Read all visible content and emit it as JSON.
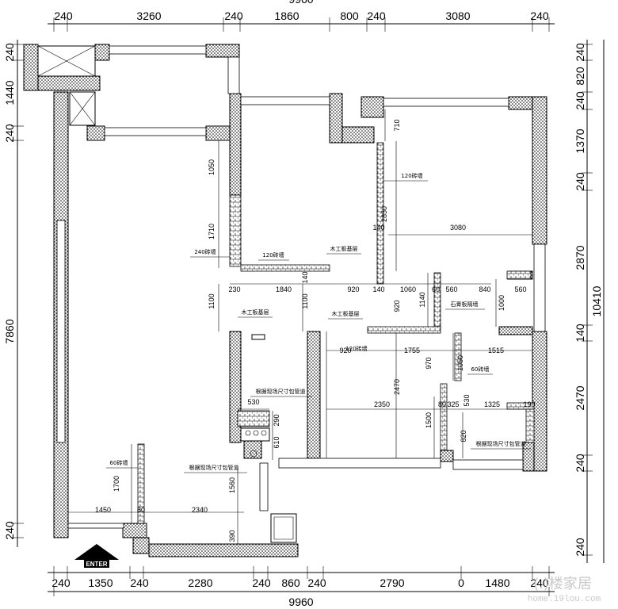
{
  "dims": {
    "top": [
      "240",
      "3260",
      "240",
      "1860",
      "800",
      "240",
      "3080",
      "240"
    ],
    "top_partial": "9960",
    "bottom": [
      "240",
      "1350",
      "240",
      "2280",
      "240",
      "860",
      "240",
      "2790",
      "0",
      "1480",
      "240"
    ],
    "bottom_total": "9960",
    "left": [
      "240",
      "1440",
      "240",
      "7860",
      "240"
    ],
    "right": [
      "240",
      "820",
      "240",
      "1370",
      "240",
      "2870",
      "140",
      "2470",
      "240",
      "240"
    ],
    "right_total": "10410"
  },
  "inner_dims": {
    "d1050a": "1050",
    "d1710": "1710",
    "d1100a": "1100",
    "d1100b": "1100",
    "d230": "230",
    "d1840": "1840",
    "d920a": "920",
    "d140a": "140",
    "d1060": "1060",
    "d60": "60",
    "d560a": "560",
    "d840": "840",
    "d560b": "560",
    "d710": "710",
    "d2850": "2850",
    "d3080": "3080",
    "d140b": "140",
    "d1140": "1140",
    "d1000": "1000",
    "d920b": "920",
    "d140c": "140",
    "d920c": "920",
    "d1755": "1755",
    "d1515": "1515",
    "d1050b": "1050",
    "d970": "970",
    "d2470": "2470",
    "d2350": "2350",
    "d80": "80",
    "d325": "325",
    "d1325": "1325",
    "d190": "190",
    "d530a": "530",
    "d1500": "1500",
    "d820": "820",
    "d530b": "530",
    "d290": "290",
    "d610": "610",
    "d1700": "1700",
    "d1560": "1560",
    "d1450": "1450",
    "d80b": "80",
    "d2340": "2340",
    "d390": "390"
  },
  "labels": {
    "wall120a": "120砖墙",
    "wall120b": "120砖墙",
    "wall120c": "120砖墙",
    "wall240": "240砖墙",
    "wall60a": "60砖墙",
    "wall60b": "60砖墙",
    "wood1": "木工板基层",
    "wood2": "木工板基层",
    "wood3": "木工板基层",
    "gypsum": "石膏板隔墙",
    "pipe1": "根据现场尺寸包管道",
    "pipe2": "根据现场尺寸包管道",
    "pipe3": "根据现场尺寸包管道",
    "enter": "ENTER"
  },
  "watermark": {
    "brand": "(.)楼家居",
    "url": "home.19lou.com"
  }
}
